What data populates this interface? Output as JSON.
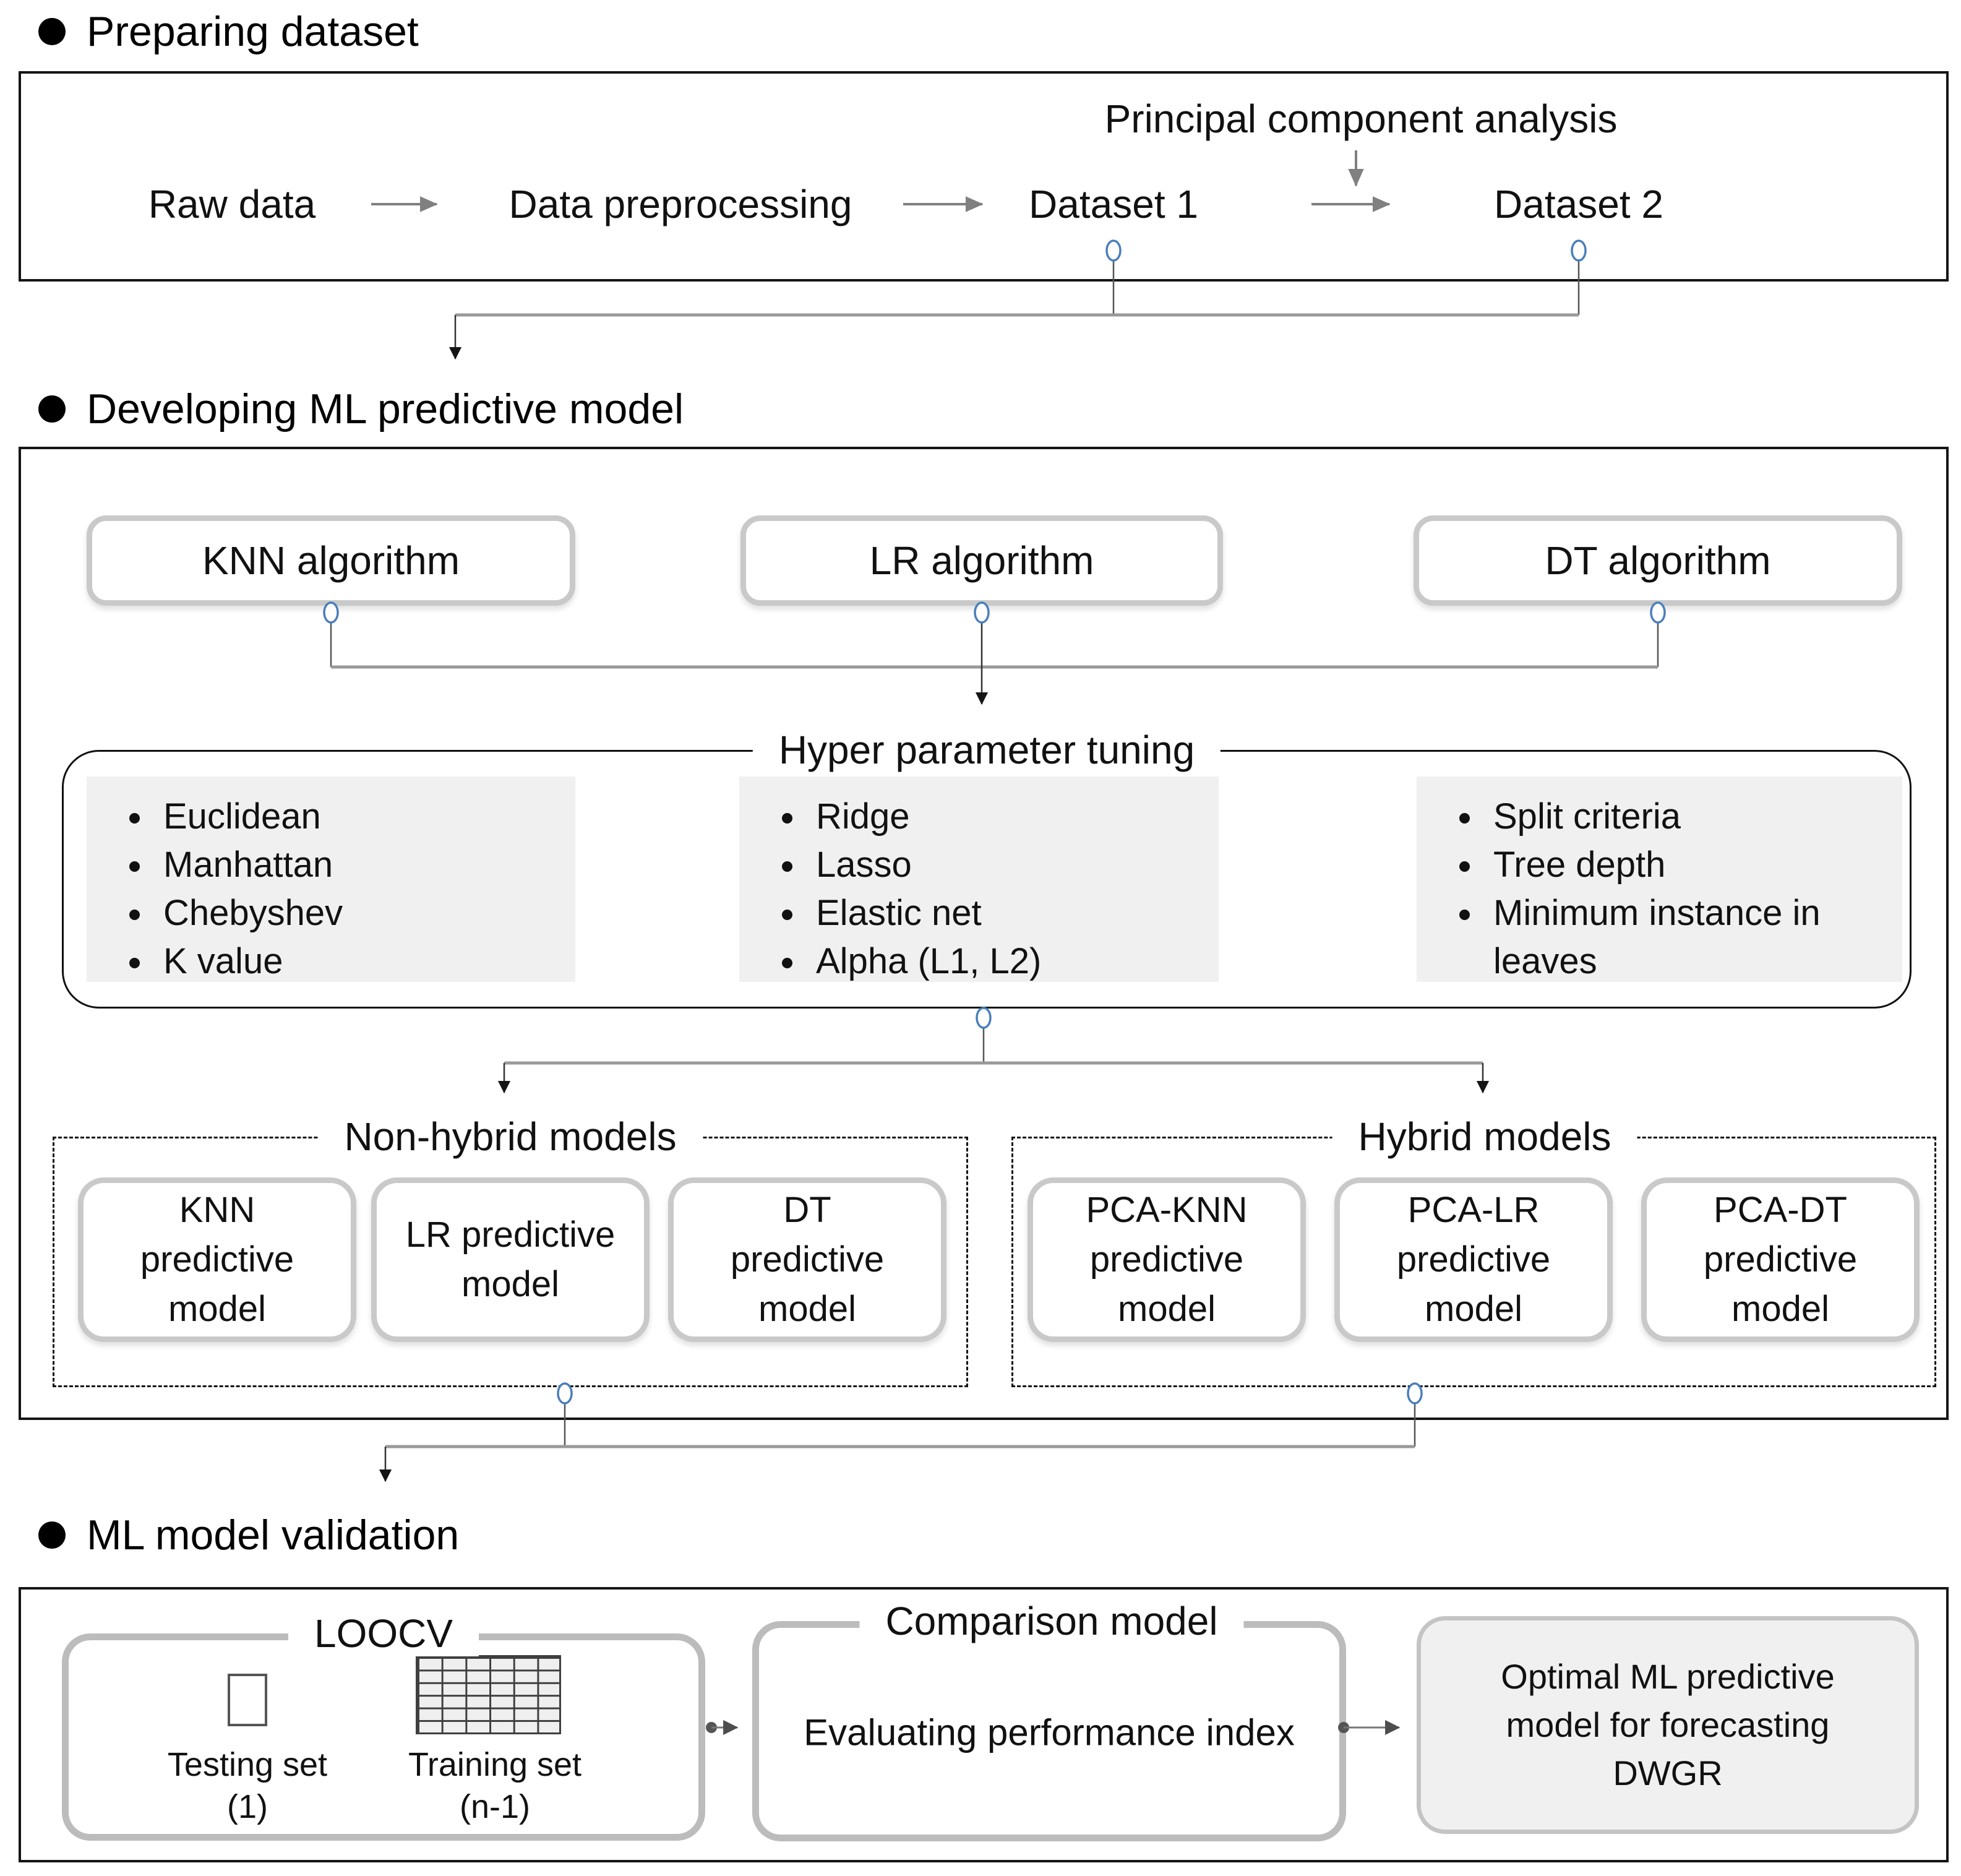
{
  "colors": {
    "connector_blue": "#4a7ebb",
    "box_border": "#151515",
    "rounded_border": "#c9c9c9",
    "panel_fill": "#f0f0f0",
    "line_gray": "#999999",
    "arrow_gray": "#808080"
  },
  "sections": {
    "preparing": {
      "heading": "Preparing dataset",
      "pca_label": "Principal component analysis",
      "flow": [
        "Raw data",
        "Data preprocessing",
        "Dataset 1",
        "Dataset 2"
      ]
    },
    "developing": {
      "heading": "Developing ML predictive model",
      "algorithms": [
        "KNN algorithm",
        "LR algorithm",
        "DT algorithm"
      ],
      "tuning": {
        "title": "Hyper parameter tuning",
        "groups": [
          {
            "items": [
              "Euclidean",
              "Manhattan",
              "Chebyshev",
              "K value"
            ]
          },
          {
            "items": [
              "Ridge",
              "Lasso",
              "Elastic net",
              "Alpha (L1, L2)"
            ]
          },
          {
            "items": [
              "Split criteria",
              "Tree depth",
              "Minimum instance in leaves"
            ]
          }
        ]
      },
      "nonhybrid": {
        "title": "Non-hybrid models",
        "models": [
          "KNN predictive model",
          "LR predictive model",
          "DT predictive model"
        ]
      },
      "hybrid": {
        "title": "Hybrid models",
        "models": [
          "PCA-KNN predictive model",
          "PCA-LR predictive model",
          "PCA-DT predictive model"
        ]
      }
    },
    "validation": {
      "heading": "ML model validation",
      "loocv": {
        "title": "LOOCV",
        "testing_label": "Testing set",
        "testing_count": "(1)",
        "training_label": "Training set",
        "training_count": "(n-1)"
      },
      "comparison": {
        "title": "Comparison model",
        "body": "Evaluating performance index"
      },
      "optimal": {
        "body": "Optimal ML predictive model for forecasting DWGR"
      }
    }
  }
}
